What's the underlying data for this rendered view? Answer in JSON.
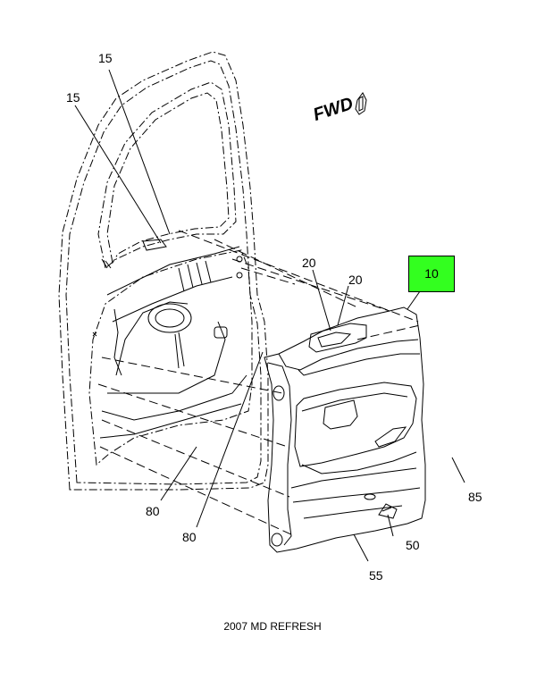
{
  "direction_label": "FWD",
  "caption": "2007 MD REFRESH",
  "colors": {
    "highlight": "#33ff1f",
    "line": "#000000"
  },
  "callouts": {
    "c15a": "15",
    "c15b": "15",
    "c20a": "20",
    "c20b": "20",
    "c10": "10",
    "c80a": "80",
    "c80b": "80",
    "c85": "85",
    "c50": "50",
    "c55": "55"
  }
}
